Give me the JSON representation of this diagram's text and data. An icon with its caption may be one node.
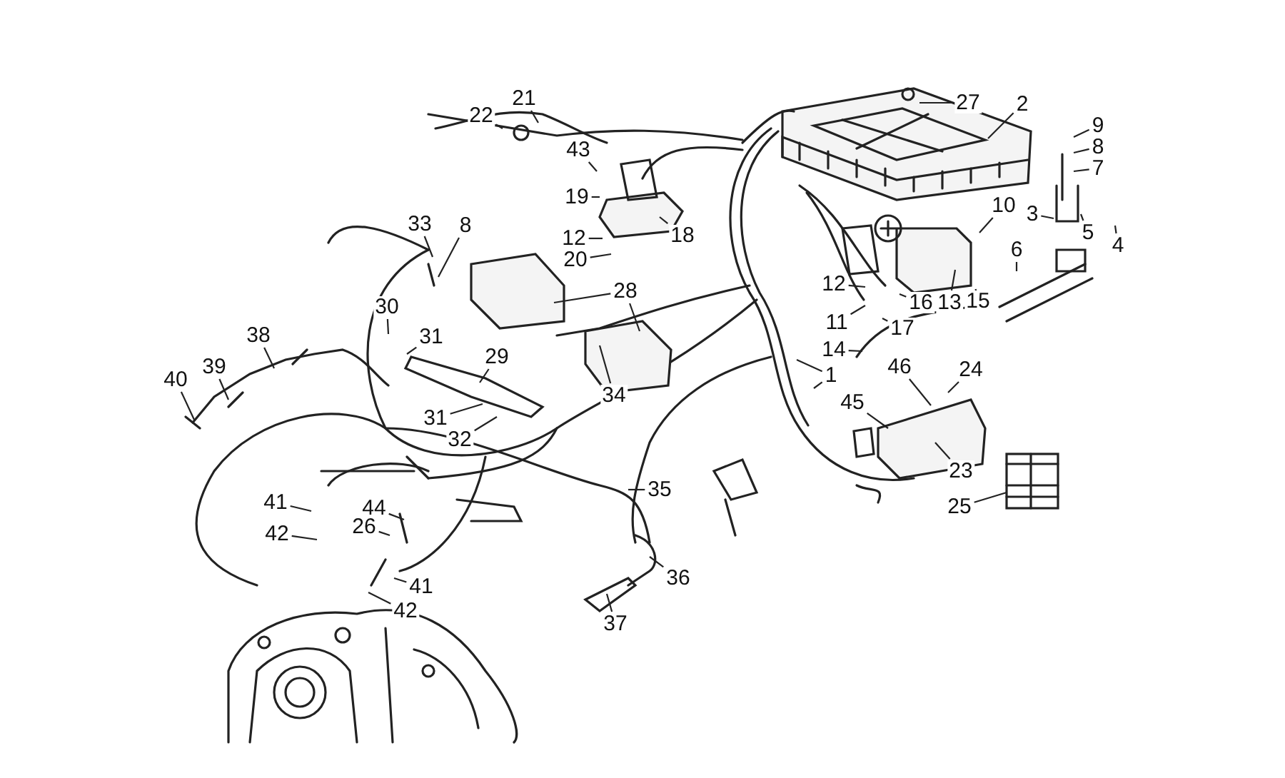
{
  "diagram": {
    "nodes": [
      {
        "text": [
          "27"
        ]
      },
      {
        "text": [
          "21"
        ]
      },
      {
        "text": [
          "2"
        ]
      },
      {
        "text": [
          "22"
        ]
      },
      {
        "text": [
          "9"
        ]
      },
      {
        "text": [
          "8"
        ]
      },
      {
        "text": [
          "43"
        ]
      },
      {
        "text": [
          "7"
        ]
      },
      {
        "text": [
          "19"
        ]
      },
      {
        "text": [
          "10"
        ]
      },
      {
        "text": [
          "3"
        ]
      },
      {
        "text": [
          "33"
        ]
      },
      {
        "text": [
          "8"
        ]
      },
      {
        "text": [
          "5"
        ]
      },
      {
        "text": [
          "18"
        ]
      },
      {
        "text": [
          "12"
        ]
      },
      {
        "text": [
          "4"
        ]
      },
      {
        "text": [
          "6"
        ]
      },
      {
        "text": [
          "20"
        ]
      },
      {
        "text": [
          "28"
        ]
      },
      {
        "text": [
          "12"
        ]
      },
      {
        "text": [
          "15"
        ]
      },
      {
        "text": [
          "13"
        ]
      },
      {
        "text": [
          "16"
        ]
      },
      {
        "text": [
          "30"
        ]
      },
      {
        "text": [
          "11"
        ]
      },
      {
        "text": [
          "17"
        ]
      },
      {
        "text": [
          "38"
        ]
      },
      {
        "text": [
          "31"
        ]
      },
      {
        "text": [
          "14"
        ]
      },
      {
        "text": [
          "29"
        ]
      },
      {
        "text": [
          "39"
        ]
      },
      {
        "text": [
          "1"
        ]
      },
      {
        "text": [
          "46"
        ]
      },
      {
        "text": [
          "24"
        ]
      },
      {
        "text": [
          "40"
        ]
      },
      {
        "text": [
          "34"
        ]
      },
      {
        "text": [
          "45"
        ]
      },
      {
        "text": [
          "31"
        ]
      },
      {
        "text": [
          "32"
        ]
      },
      {
        "text": [
          "23"
        ]
      },
      {
        "text": [
          "35"
        ]
      },
      {
        "text": [
          "41"
        ]
      },
      {
        "text": [
          "25"
        ]
      },
      {
        "text": [
          "44"
        ]
      },
      {
        "text": [
          "26"
        ]
      },
      {
        "text": [
          "42"
        ]
      },
      {
        "text": [
          "36"
        ]
      },
      {
        "text": [
          "41"
        ]
      },
      {
        "text": [
          "42"
        ]
      },
      {
        "text": [
          "37"
        ]
      }
    ],
    "edges": [
      {
        "from": 0,
        "to": null,
        "arrow": "none"
      },
      {
        "from": 1,
        "to": null,
        "arrow": "none"
      },
      {
        "from": 2,
        "to": null,
        "arrow": "none"
      },
      {
        "from": 3,
        "to": null,
        "arrow": "none"
      },
      {
        "from": 4,
        "to": null,
        "arrow": "none"
      },
      {
        "from": 5,
        "to": null,
        "arrow": "none"
      },
      {
        "from": 6,
        "to": null,
        "arrow": "none"
      },
      {
        "from": 7,
        "to": null,
        "arrow": "none"
      },
      {
        "from": 8,
        "to": null,
        "arrow": "none"
      },
      {
        "from": 9,
        "to": null,
        "arrow": "none"
      },
      {
        "from": 10,
        "to": null,
        "arrow": "none"
      },
      {
        "from": 11,
        "to": null,
        "arrow": "none"
      },
      {
        "from": 12,
        "to": null,
        "arrow": "none"
      },
      {
        "from": 13,
        "to": null,
        "arrow": "none"
      },
      {
        "from": 14,
        "to": null,
        "arrow": "none"
      },
      {
        "from": 15,
        "to": null,
        "arrow": "none"
      },
      {
        "from": 16,
        "to": null,
        "arrow": "none"
      },
      {
        "from": 17,
        "to": null,
        "arrow": "none"
      },
      {
        "from": 18,
        "to": null,
        "arrow": "none"
      },
      {
        "from": 19,
        "to": null,
        "arrow": "none"
      },
      {
        "from": 19,
        "to": null,
        "arrow": "none"
      },
      {
        "from": 20,
        "to": null,
        "arrow": "none"
      },
      {
        "from": 21,
        "to": null,
        "arrow": "none"
      },
      {
        "from": 22,
        "to": null,
        "arrow": "none"
      },
      {
        "from": 23,
        "to": null,
        "arrow": "none"
      },
      {
        "from": 24,
        "to": null,
        "arrow": "none"
      },
      {
        "from": 25,
        "to": null,
        "arrow": "none"
      },
      {
        "from": 26,
        "to": null,
        "arrow": "none"
      },
      {
        "from": 27,
        "to": null,
        "arrow": "none"
      },
      {
        "from": 28,
        "to": null,
        "arrow": "none"
      },
      {
        "from": 29,
        "to": null,
        "arrow": "none"
      },
      {
        "from": 30,
        "to": null,
        "arrow": "none"
      },
      {
        "from": 31,
        "to": null,
        "arrow": "none"
      },
      {
        "from": 32,
        "to": null,
        "arrow": "none"
      },
      {
        "from": 32,
        "to": null,
        "arrow": "none"
      },
      {
        "from": 33,
        "to": null,
        "arrow": "none"
      },
      {
        "from": 34,
        "to": null,
        "arrow": "none"
      },
      {
        "from": 35,
        "to": null,
        "arrow": "none"
      },
      {
        "from": 36,
        "to": null,
        "arrow": "none"
      },
      {
        "from": 37,
        "to": null,
        "arrow": "none"
      },
      {
        "from": 38,
        "to": null,
        "arrow": "none"
      },
      {
        "from": 39,
        "to": null,
        "arrow": "none"
      },
      {
        "from": 40,
        "to": null,
        "arrow": "none"
      },
      {
        "from": 41,
        "to": null,
        "arrow": "none"
      },
      {
        "from": 42,
        "to": null,
        "arrow": "none"
      },
      {
        "from": 43,
        "to": null,
        "arrow": "none"
      },
      {
        "from": 44,
        "to": null,
        "arrow": "none"
      },
      {
        "from": 45,
        "to": null,
        "arrow": "none"
      },
      {
        "from": 46,
        "to": null,
        "arrow": "none"
      },
      {
        "from": 47,
        "to": null,
        "arrow": "none"
      },
      {
        "from": 48,
        "to": null,
        "arrow": "none"
      },
      {
        "from": 49,
        "to": null,
        "arrow": "none"
      },
      {
        "from": 50,
        "to": null,
        "arrow": "none"
      }
    ]
  }
}
